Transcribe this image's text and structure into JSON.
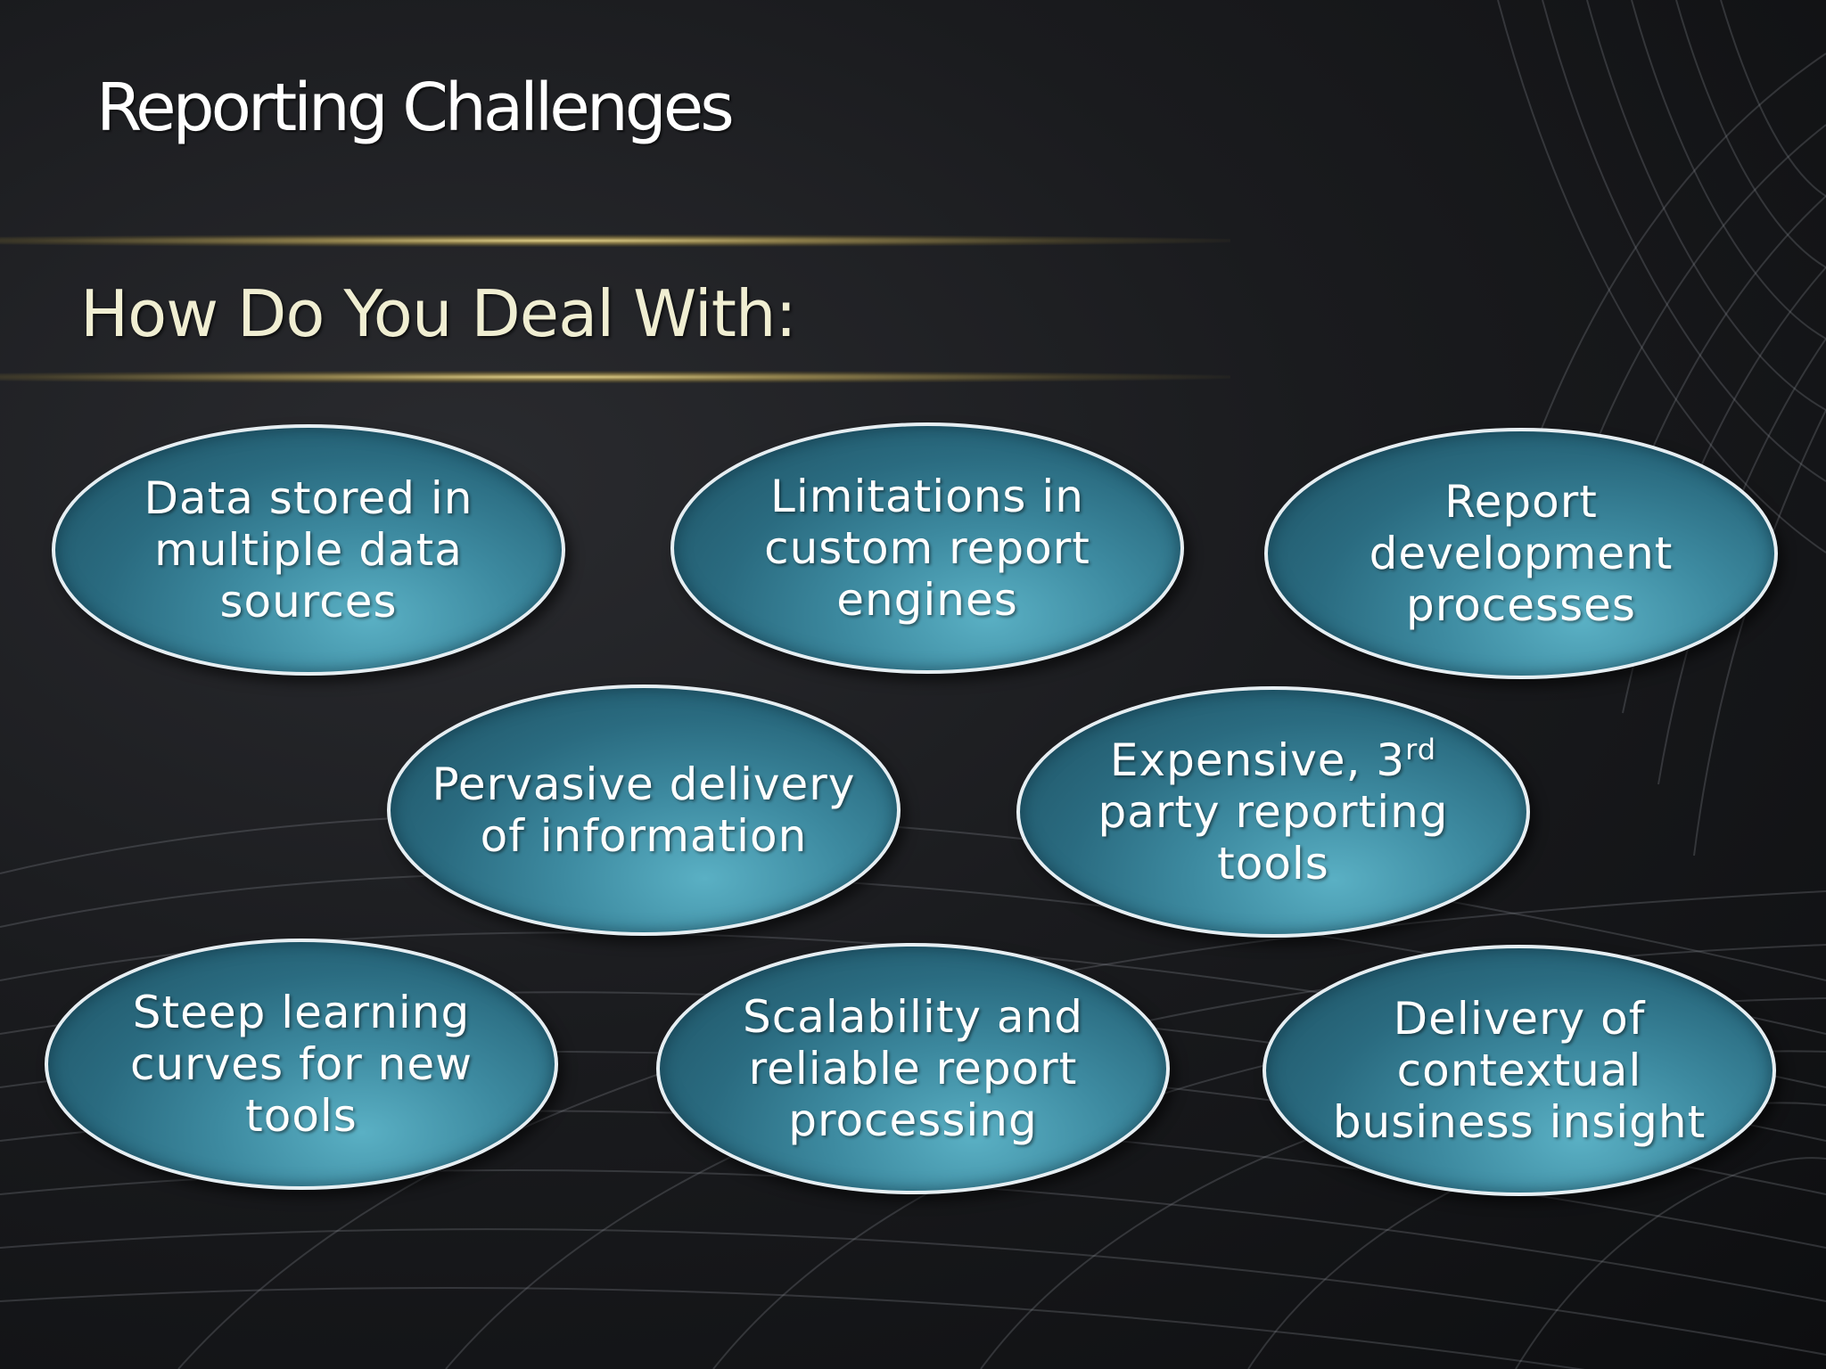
{
  "slide": {
    "title": "Reporting Challenges",
    "subtitle": "How Do You Deal With:"
  },
  "challenges": [
    {
      "text": "Data stored in\nmultiple data\nsources"
    },
    {
      "text": "Limitations in\ncustom report\nengines"
    },
    {
      "text": "Report\ndevelopment\nprocesses"
    },
    {
      "text": "Pervasive delivery\nof information"
    },
    {
      "text_before_sup": "Expensive, 3",
      "sup": "rd",
      "text_after_sup": "\nparty reporting\ntools"
    },
    {
      "text": "Steep learning\ncurves for new\ntools"
    },
    {
      "text": "Scalability and\nreliable report\nprocessing"
    },
    {
      "text": "Delivery of\ncontextual\nbusiness insight"
    }
  ],
  "colors": {
    "background": "#111214",
    "title": "#ffffff",
    "subtitle": "#f0eed2",
    "bubble_fill": "#3d8aa0",
    "bubble_border": "#e6eef2",
    "gold_rule": "#e8d68c"
  }
}
